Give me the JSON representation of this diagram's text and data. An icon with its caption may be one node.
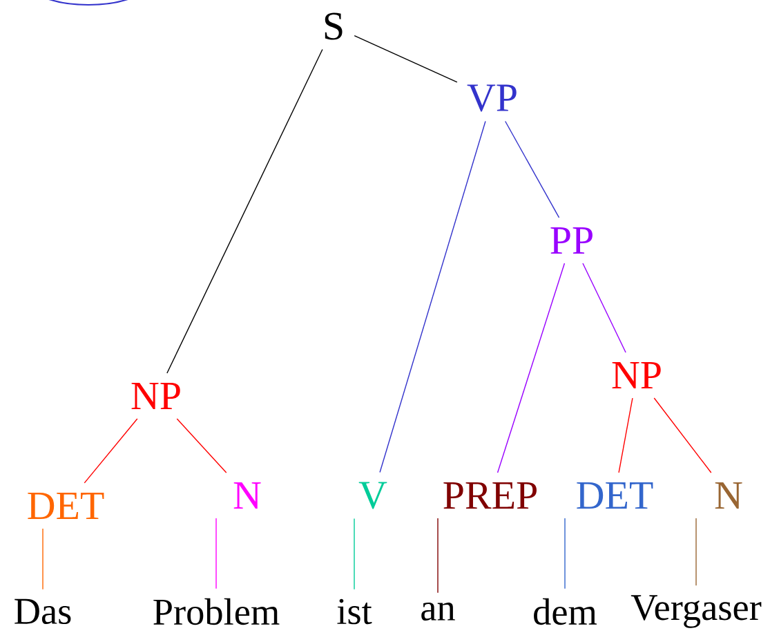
{
  "diagram": {
    "nodes": [
      {
        "text": [
          "S"
        ]
      },
      {
        "text": [
          "NP"
        ]
      },
      {
        "text": [
          "VP"
        ]
      },
      {
        "text": [
          "PP"
        ]
      },
      {
        "text": [
          "NP"
        ]
      },
      {
        "text": [
          "DET"
        ]
      },
      {
        "text": [
          "N"
        ]
      },
      {
        "text": [
          "V"
        ]
      },
      {
        "text": [
          "PREP"
        ]
      },
      {
        "text": [
          "DET"
        ]
      },
      {
        "text": [
          "N"
        ]
      },
      {
        "text": [
          "Das"
        ]
      },
      {
        "text": [
          "Problem"
        ]
      },
      {
        "text": [
          "ist"
        ]
      },
      {
        "text": [
          "an"
        ]
      },
      {
        "text": [
          "dem"
        ]
      },
      {
        "text": [
          "Vergaser"
        ]
      }
    ],
    "edges": [
      {
        "from": 0,
        "to": 1,
        "arrow": "none",
        "color": "#000000"
      },
      {
        "from": 0,
        "to": 2,
        "arrow": "none",
        "color": "#000000"
      },
      {
        "from": 2,
        "to": 7,
        "arrow": "none",
        "color": "#3333cc"
      },
      {
        "from": 2,
        "to": 3,
        "arrow": "none",
        "color": "#3333cc"
      },
      {
        "from": 3,
        "to": 8,
        "arrow": "none",
        "color": "#9900ff"
      },
      {
        "from": 3,
        "to": 4,
        "arrow": "none",
        "color": "#9900ff"
      },
      {
        "from": 1,
        "to": 5,
        "arrow": "none",
        "color": "#ff0000"
      },
      {
        "from": 1,
        "to": 6,
        "arrow": "none",
        "color": "#ff0000"
      },
      {
        "from": 4,
        "to": 9,
        "arrow": "none",
        "color": "#ff0000"
      },
      {
        "from": 4,
        "to": 10,
        "arrow": "none",
        "color": "#ff0000"
      },
      {
        "from": 5,
        "to": 11,
        "arrow": "none",
        "color": "#ff6600"
      },
      {
        "from": 6,
        "to": 12,
        "arrow": "none",
        "color": "#ff00ff"
      },
      {
        "from": 7,
        "to": 13,
        "arrow": "none",
        "color": "#00cc99"
      },
      {
        "from": 8,
        "to": 14,
        "arrow": "none",
        "color": "#800000"
      },
      {
        "from": 9,
        "to": 15,
        "arrow": "none",
        "color": "#3366cc"
      },
      {
        "from": 10,
        "to": 16,
        "arrow": "none",
        "color": "#996633"
      }
    ]
  }
}
